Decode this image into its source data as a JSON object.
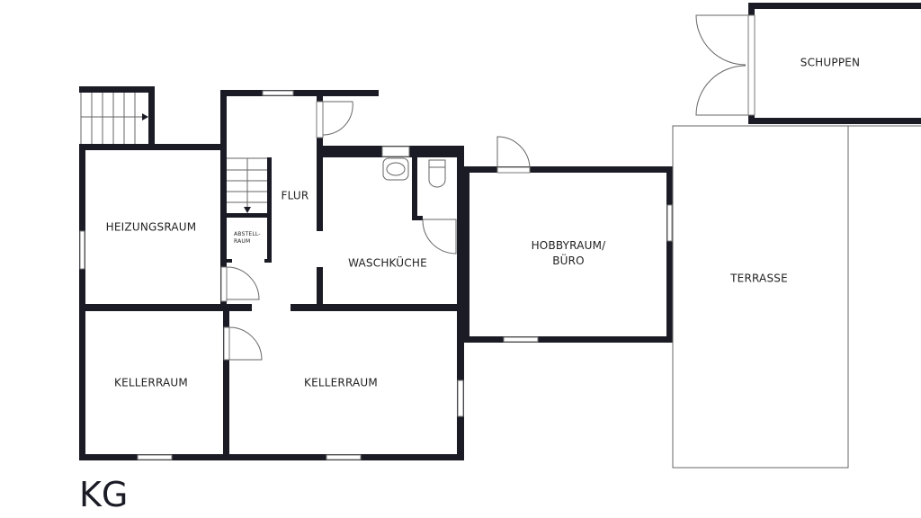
{
  "floor_label": "KG",
  "rooms": {
    "heizungsraum": "HEIZUNGSRAUM",
    "flur": "FLUR",
    "abstellraum_line1": "ABSTELL-",
    "abstellraum_line2": "RAUM",
    "waschkueche": "WASCHKÜCHE",
    "hobbyraum_line1": "HOBBYRAUM/",
    "hobbyraum_line2": "BÜRO",
    "terrasse": "TERRASSE",
    "schuppen": "SCHUPPEN",
    "kellerraum_left": "KELLERRAUM",
    "kellerraum_right": "KELLERRAUM"
  },
  "colors": {
    "wall": "#1b1b26",
    "background": "#ffffff"
  }
}
